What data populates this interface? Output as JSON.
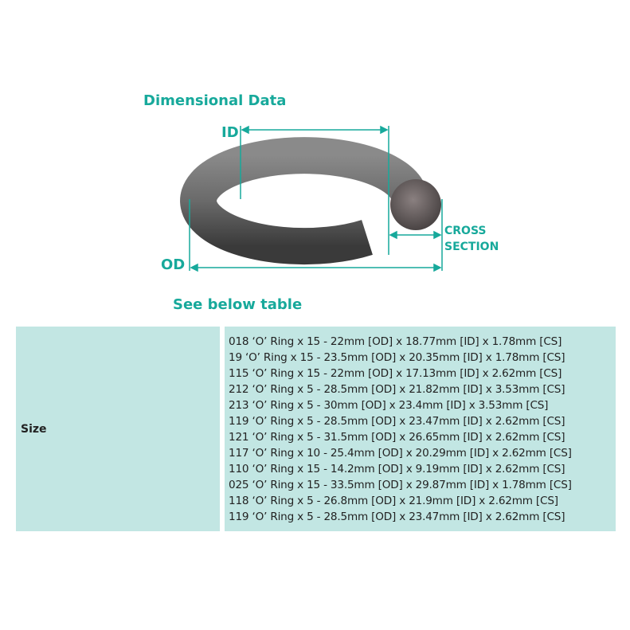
{
  "heading": "Dimensional Data",
  "diagram": {
    "id_label": "ID",
    "od_label": "OD",
    "cs_label_1": "CROSS",
    "cs_label_2": "SECTION"
  },
  "subheading": "See below table",
  "accent_color": "#17a99b",
  "table": {
    "label": "Size",
    "rows": [
      "018 ‘O’ Ring x 15 - 22mm [OD] x 18.77mm [ID] x 1.78mm [CS]",
      "19 ‘O’ Ring x 15 - 23.5mm [OD] x 20.35mm [ID] x 1.78mm [CS]",
      "115 ‘O’ Ring x 15 - 22mm [OD] x 17.13mm [ID] x 2.62mm [CS]",
      "212 ‘O’ Ring x 5 - 28.5mm [OD] x 21.82mm [ID] x 3.53mm [CS]",
      "213 ‘O’ Ring x 5 - 30mm [OD] x 23.4mm [ID] x 3.53mm [CS]",
      "119 ‘O’ Ring x 5 - 28.5mm [OD] x 23.47mm [ID] x 2.62mm [CS]",
      "121 ‘O’ Ring x 5 - 31.5mm [OD] x 26.65mm [ID] x 2.62mm [CS]",
      "117 ‘O’ Ring x 10 - 25.4mm [OD] x 20.29mm [ID] x 2.62mm [CS]",
      "110 ‘O’ Ring x 15 - 14.2mm [OD] x 9.19mm [ID] x 2.62mm [CS]",
      "025 ‘O’ Ring x 15 - 33.5mm [OD] x 29.87mm [ID] x 1.78mm [CS]",
      "118 ‘O’ Ring x 5 - 26.8mm [OD] x 21.9mm [ID] x 2.62mm [CS]",
      "119 ‘O’ Ring x 5 - 28.5mm [OD] x 23.47mm [ID] x 2.62mm [CS]"
    ]
  }
}
